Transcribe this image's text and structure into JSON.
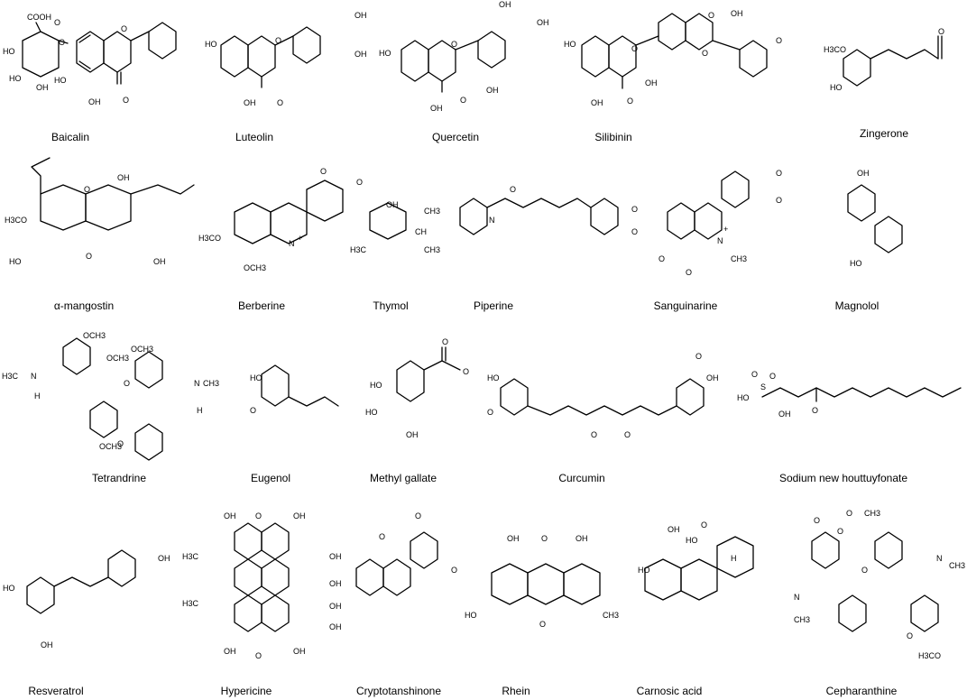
{
  "compounds": [
    {
      "name": "Baicalin",
      "atoms": [
        "COOH",
        "HO",
        "HO",
        "OH",
        "O",
        "O",
        "O",
        "HO",
        "OH",
        "O"
      ]
    },
    {
      "name": "Luteolin",
      "atoms": [
        "OH",
        "OH",
        "HO",
        "O",
        "OH",
        "O"
      ]
    },
    {
      "name": "Quercetin",
      "atoms": [
        "OH",
        "OH",
        "HO",
        "O",
        "OH",
        "OH",
        "O"
      ]
    },
    {
      "name": "Silibinin",
      "atoms": [
        "O",
        "O",
        "OH",
        "HO",
        "O",
        "OH",
        "OH",
        "O",
        "O"
      ]
    },
    {
      "name": "Zingerone",
      "atoms": [
        "O",
        "H3CO",
        "HO"
      ]
    },
    {
      "name": "α-mangostin",
      "atoms": [
        "O",
        "OH",
        "H3CO",
        "HO",
        "O",
        "OH"
      ]
    },
    {
      "name": "Berberine",
      "atoms": [
        "O",
        "O",
        "N",
        "+",
        "H3CO",
        "OCH3"
      ]
    },
    {
      "name": "Thymol",
      "atoms": [
        "OH",
        "CH3",
        "CH",
        "CH3",
        "H3C"
      ]
    },
    {
      "name": "Piperine",
      "atoms": [
        "O",
        "N",
        "O",
        "O"
      ]
    },
    {
      "name": "Sanguinarine",
      "atoms": [
        "O",
        "O",
        "N",
        "+",
        "CH3",
        "O",
        "O"
      ]
    },
    {
      "name": "Magnolol",
      "atoms": [
        "OH",
        "HO"
      ]
    },
    {
      "name": "Tetrandrine",
      "atoms": [
        "OCH3",
        "OCH3",
        "OCH3",
        "H3C",
        "N",
        "O",
        "N",
        "CH3",
        "H",
        "H",
        "O",
        "OCH3"
      ]
    },
    {
      "name": "Eugenol",
      "atoms": [
        "HO",
        "O"
      ]
    },
    {
      "name": "Methyl gallate",
      "atoms": [
        "O",
        "HO",
        "O",
        "HO",
        "OH"
      ]
    },
    {
      "name": "Curcumin",
      "atoms": [
        "O",
        "HO",
        "OH",
        "O",
        "O",
        "O"
      ]
    },
    {
      "name": "Sodium new houttuyfonate",
      "atoms": [
        "O",
        "O",
        "S",
        "HO",
        "OH",
        "O"
      ]
    },
    {
      "name": "Resveratrol",
      "atoms": [
        "OH",
        "HO",
        "OH"
      ]
    },
    {
      "name": "Hypericine",
      "atoms": [
        "OH",
        "O",
        "OH",
        "OH",
        "OH",
        "H3C",
        "H3C",
        "OH",
        "OH",
        "OH",
        "O",
        "OH"
      ]
    },
    {
      "name": "Cryptotanshinone",
      "atoms": [
        "O",
        "O",
        "O"
      ]
    },
    {
      "name": "Rhein",
      "atoms": [
        "OH",
        "O",
        "OH",
        "HO",
        "O",
        "CH3"
      ]
    },
    {
      "name": "Carnosic acid",
      "atoms": [
        "OH",
        "HO",
        "O",
        "HO",
        "H"
      ]
    },
    {
      "name": "Cepharanthine",
      "atoms": [
        "O",
        "CH3",
        "O",
        "O",
        "O",
        "N",
        "CH3",
        "N",
        "CH3",
        "O",
        "H3CO"
      ]
    }
  ]
}
